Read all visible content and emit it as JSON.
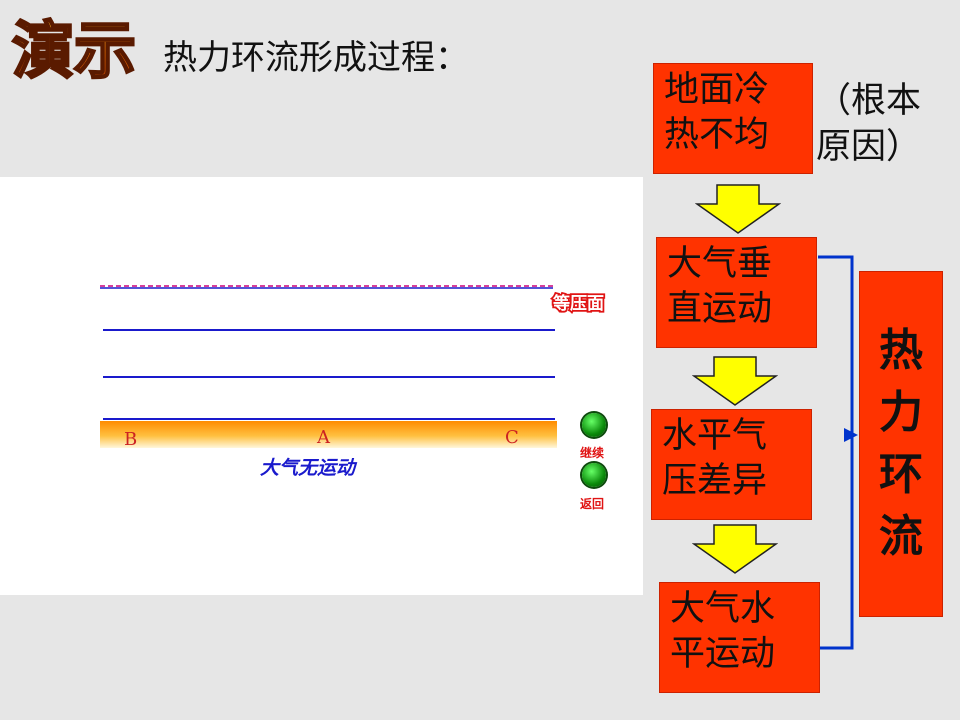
{
  "header": {
    "logo_text": "演示",
    "title": "热力环流形成过程："
  },
  "animation": {
    "isobar_label": "等压面",
    "ground_labels": {
      "b": "B",
      "a": "A",
      "c": "C"
    },
    "status": "大气无运动",
    "continue_label": "继续",
    "back_label": "返回"
  },
  "flow": {
    "step1": {
      "line1": "地面冷",
      "line2": "热不均"
    },
    "note": {
      "line1": "（根本",
      "line2": "原因）"
    },
    "step2": {
      "line1": "大气垂",
      "line2": "直运动"
    },
    "step3": {
      "line1": "水平气",
      "line2": "压差异"
    },
    "step4": {
      "line1": "大气水",
      "line2": "平运动"
    },
    "result": {
      "c1": "热",
      "c2": "力",
      "c3": "环",
      "c4": "流"
    }
  },
  "colors": {
    "box": "#ff3300",
    "arrow": "#ffff00",
    "bracket": "#0033cc",
    "isobar": "#1a1acc",
    "label": "#e01414"
  }
}
